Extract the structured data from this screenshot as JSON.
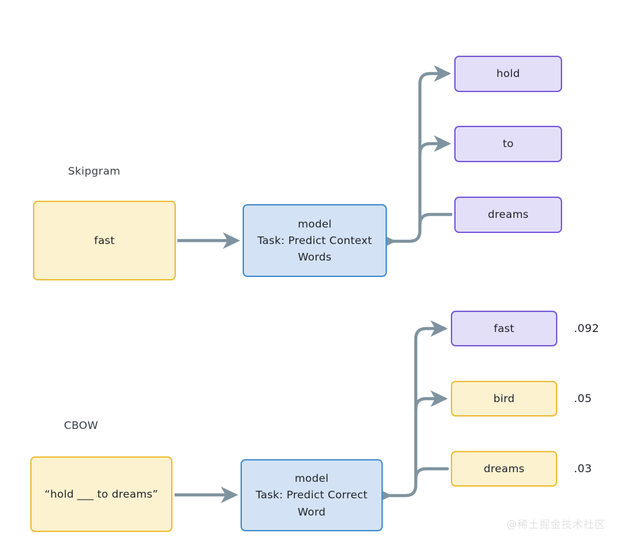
{
  "diagram": {
    "title_hidden": "",
    "accent_colors": {
      "input_fill": "#fdf2d0",
      "input_border": "#edbf3c",
      "model_fill": "#d3e3f5",
      "model_border": "#4a90cc",
      "output_fill": "#e4dff8",
      "output_border": "#7b5fd8",
      "connector": "#7f939f",
      "text": "#20232a",
      "watermark": "#e2e2e4"
    }
  },
  "skipgram": {
    "section_label": "Skipgram",
    "input": {
      "text": "fast"
    },
    "model": {
      "line1": "model",
      "line2": "Task: Predict Context",
      "line3": "Words"
    },
    "outputs": [
      {
        "text": "hold",
        "color": "purple"
      },
      {
        "text": "to",
        "color": "purple"
      },
      {
        "text": "dreams",
        "color": "purple"
      }
    ]
  },
  "cbow": {
    "section_label": "CBOW",
    "input": {
      "text": "“hold ___ to dreams”"
    },
    "model": {
      "line1": "model",
      "line2": "Task: Predict Correct",
      "line3": "Word"
    },
    "outputs": [
      {
        "text": "fast",
        "color": "purple",
        "probability": ".092"
      },
      {
        "text": "bird",
        "color": "yellow",
        "probability": ".05"
      },
      {
        "text": "dreams",
        "color": "yellow",
        "probability": ".03"
      }
    ]
  },
  "watermark": {
    "text": "@稀土掘金技术社区"
  }
}
